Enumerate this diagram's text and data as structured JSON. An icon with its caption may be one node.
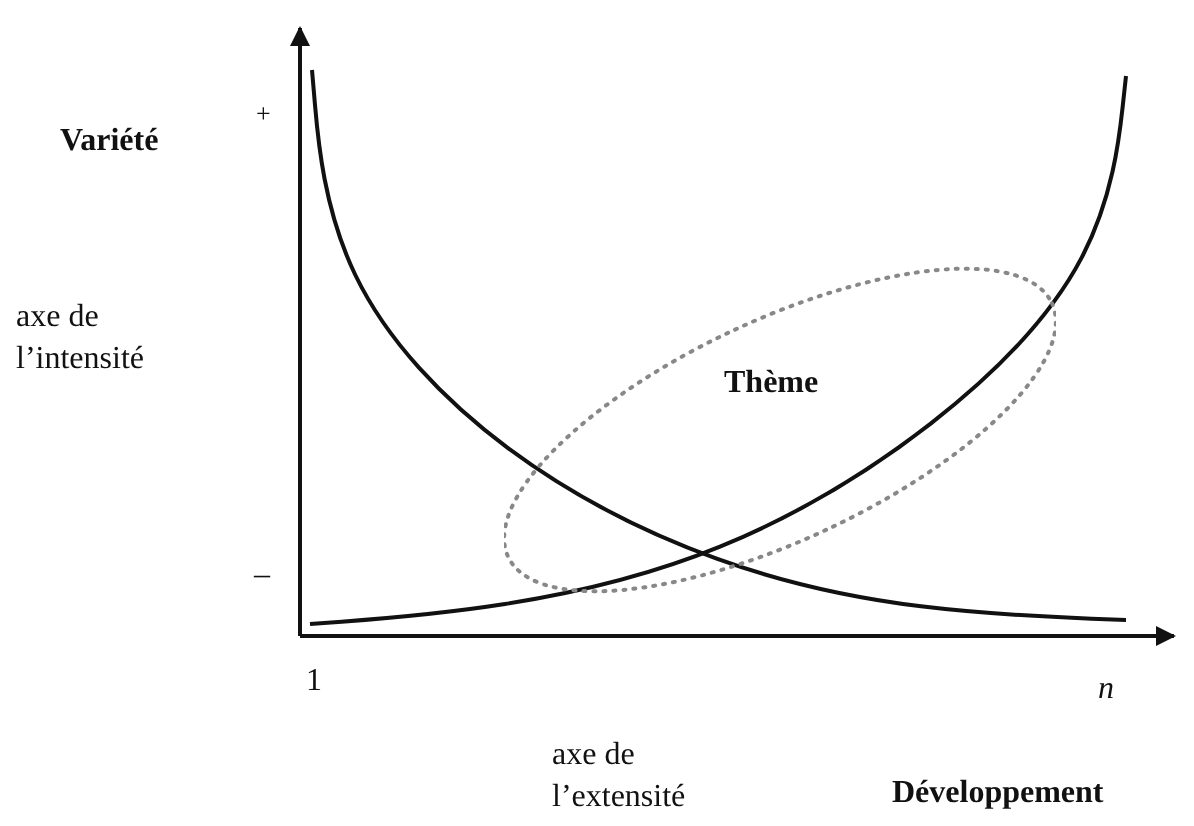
{
  "diagram": {
    "nodes": [
      {
        "text": [
          "Thème"
        ]
      }
    ],
    "labels": [
      "Variété",
      "+",
      "axe de l’intensité",
      "–",
      "1",
      "n",
      "axe de l’extensité",
      "Développement"
    ]
  }
}
